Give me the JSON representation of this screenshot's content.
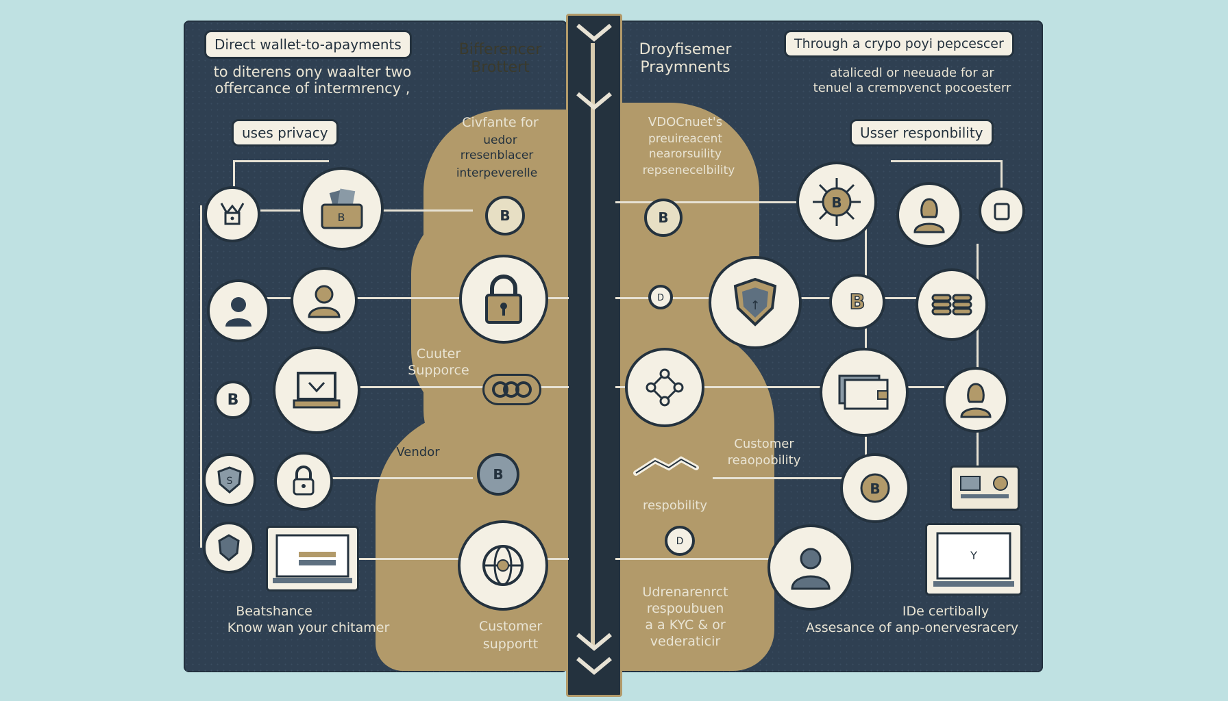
{
  "colors": {
    "navy": "#2f4052",
    "gold": "#b29a6a",
    "cream": "#f4f0e4",
    "background": "#bfe1e2"
  },
  "left": {
    "pill_title": "Direct wallet-to-apayments",
    "subtitle_line1": "to diterens ony waalter two",
    "subtitle_line2": "offercance of intermrency ,",
    "privacy_pill": "uses privacy",
    "center_heading_line1": "Bifferencer",
    "center_heading_line2": "Brottert",
    "gold_text_line1": "Civfante for",
    "gold_text_line2": "uedor",
    "gold_text_line3": "rresenblacer",
    "gold_text_line4": "interpeverelle",
    "cuuter_line1": "Cuuter",
    "cuuter_line2": "Supporce",
    "vendor_label": "Vendor",
    "bottom_line1": "Beatshance",
    "bottom_line2": "Know wan your chitamer",
    "support_line1": "Customer",
    "support_line2": "supportt"
  },
  "right": {
    "center_heading_line1": "Droyfisemer",
    "center_heading_line2": "Praymnents",
    "pill_title": "Through a crypo poyi pepcescer",
    "subtitle_line1": "atalicedl or neeuade for ar",
    "subtitle_line2": "tenuel a crempvenct pocoesterr",
    "responsibility_pill": "Usser responbility",
    "gold_text_line1": "VDOCnuet's",
    "gold_text_line2": "preuireacent",
    "gold_text_line3": "nearorsuility",
    "gold_text_line4": "repsenecelbility",
    "customer_line1": "Customer",
    "customer_line2": "reaopobility",
    "respobility_label": "respobility",
    "ud_line1": "Udrenarenrct",
    "ud_line2": "respoubuen",
    "ud_line3": "a a KYC & or",
    "ud_line4": "vederaticir",
    "bottom_line1": "IDe certibally",
    "bottom_line2": "Assesance of anp-onervesracery"
  },
  "icons": [
    "wallet-lock-icon",
    "money-wallet-icon",
    "bitcoin-coin-icon",
    "user-icon",
    "padlock-icon",
    "bitcoin-badge-icon",
    "chain-link-icon",
    "laptop-icon",
    "shield-icon",
    "globe-icon",
    "handshake-icon",
    "network-icon",
    "coin-stack-icon",
    "card-icon",
    "monitor-icon"
  ]
}
